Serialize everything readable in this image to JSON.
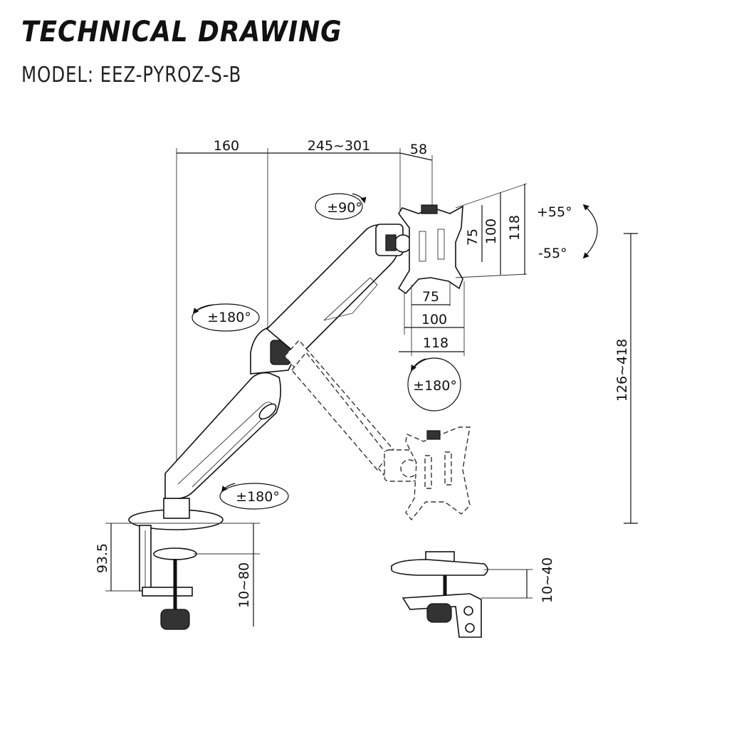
{
  "header": {
    "title": "TECHNICAL DRAWING",
    "model": "MODEL: EEZ-PYROZ-S-B"
  },
  "dimensions": {
    "top_160": "160",
    "top_245_301": "245~301",
    "top_58": "58",
    "vesa_v_75": "75",
    "vesa_v_100": "100",
    "vesa_v_118": "118",
    "vesa_h_75": "75",
    "vesa_h_100": "100",
    "vesa_h_118": "118",
    "tilt_up": "+55°",
    "tilt_down": "-55°",
    "height_range": "126~418",
    "clamp_height": "93.5",
    "clamp_range": "10~80",
    "grommet_range": "10~40"
  },
  "rotations": {
    "head_swivel": "±90°",
    "upper_arm": "±180°",
    "vesa_rotate": "±180°",
    "base": "±180°"
  }
}
